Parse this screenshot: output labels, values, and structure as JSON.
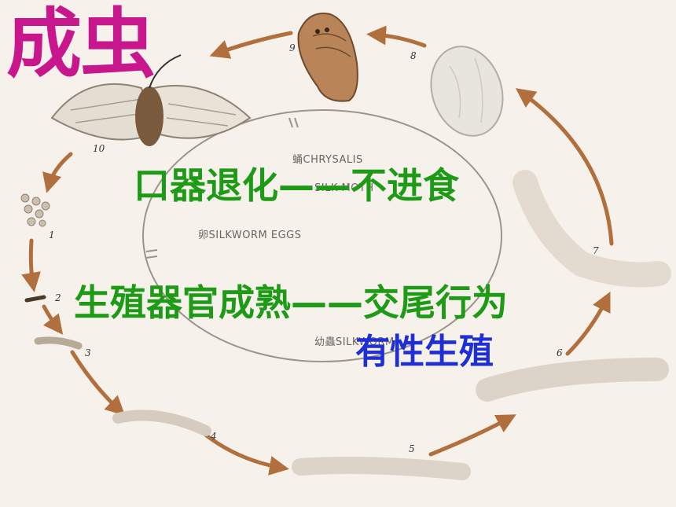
{
  "title": "成虫",
  "annotation_mouthparts": "口器退化——不进食",
  "annotation_reproductive": "生殖器官成熟——交尾行为",
  "annotation_sexual_reproduction": "有性生殖",
  "inner_labels": {
    "chrysalis": "蛹CHRYSALIS",
    "silk_moth": "SILK MOTH",
    "silkworm_eggs": "卵SILKWORM EGGS",
    "larva": "幼蟲SILKWORM"
  },
  "stage_numbers": [
    "1",
    "2",
    "3",
    "4",
    "5",
    "6",
    "7",
    "8",
    "9",
    "10"
  ],
  "colors": {
    "title": "#c8168c",
    "annotation": "#1d9a16",
    "highlight": "#1f2fd6",
    "arrow": "#b06f3c",
    "background": "#f6f1ea"
  }
}
